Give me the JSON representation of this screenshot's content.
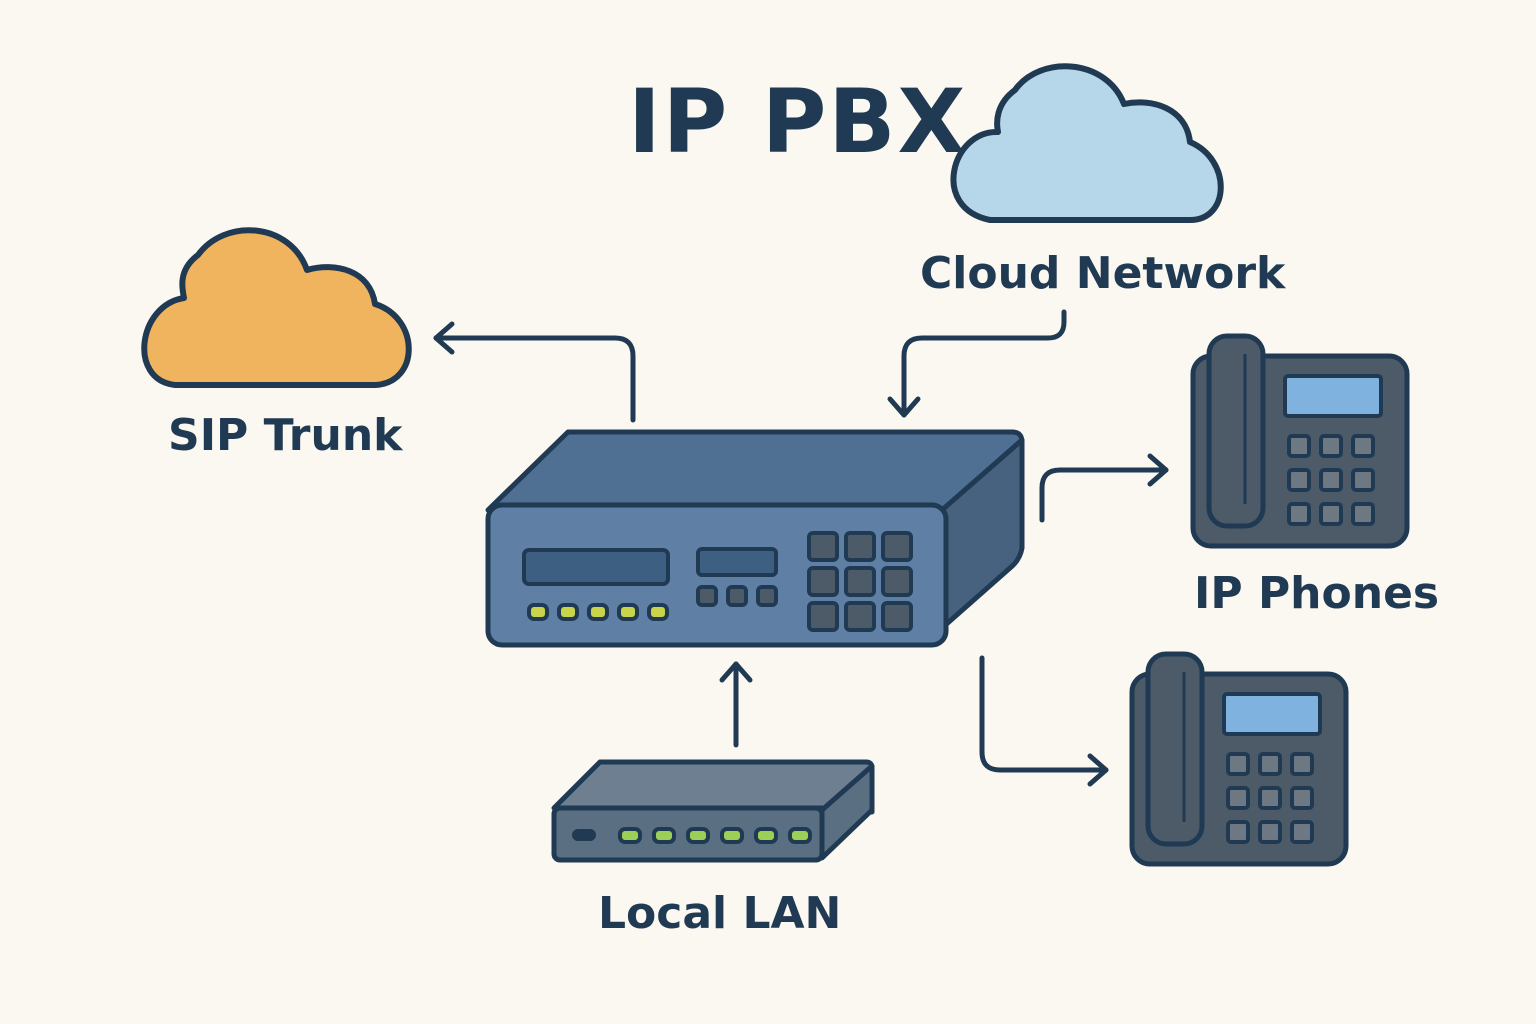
{
  "title": "IP PBX",
  "labels": {
    "cloud_network": "Cloud Network",
    "sip_trunk": "SIP Trunk",
    "ip_phones": "IP Phones",
    "local_lan": "Local LAN"
  },
  "colors": {
    "background": "#fbf7f1",
    "ink": "#1f3a52",
    "sip_cloud": "#f0b45e",
    "network_cloud": "#b6d6ea",
    "pbx_front": "#5f80a4",
    "pbx_top": "#4f6f93",
    "pbx_side": "#46627f",
    "pbx_display": "#3d5f82",
    "button": "#4d5b69",
    "led": "#c9d44a",
    "switch_body": "#5b6f82",
    "switch_top": "#6d7f90",
    "switch_led": "#9ccf55",
    "phone_body": "#4d5b69",
    "phone_screen": "#7fb2df",
    "phone_key": "#6e7883"
  }
}
